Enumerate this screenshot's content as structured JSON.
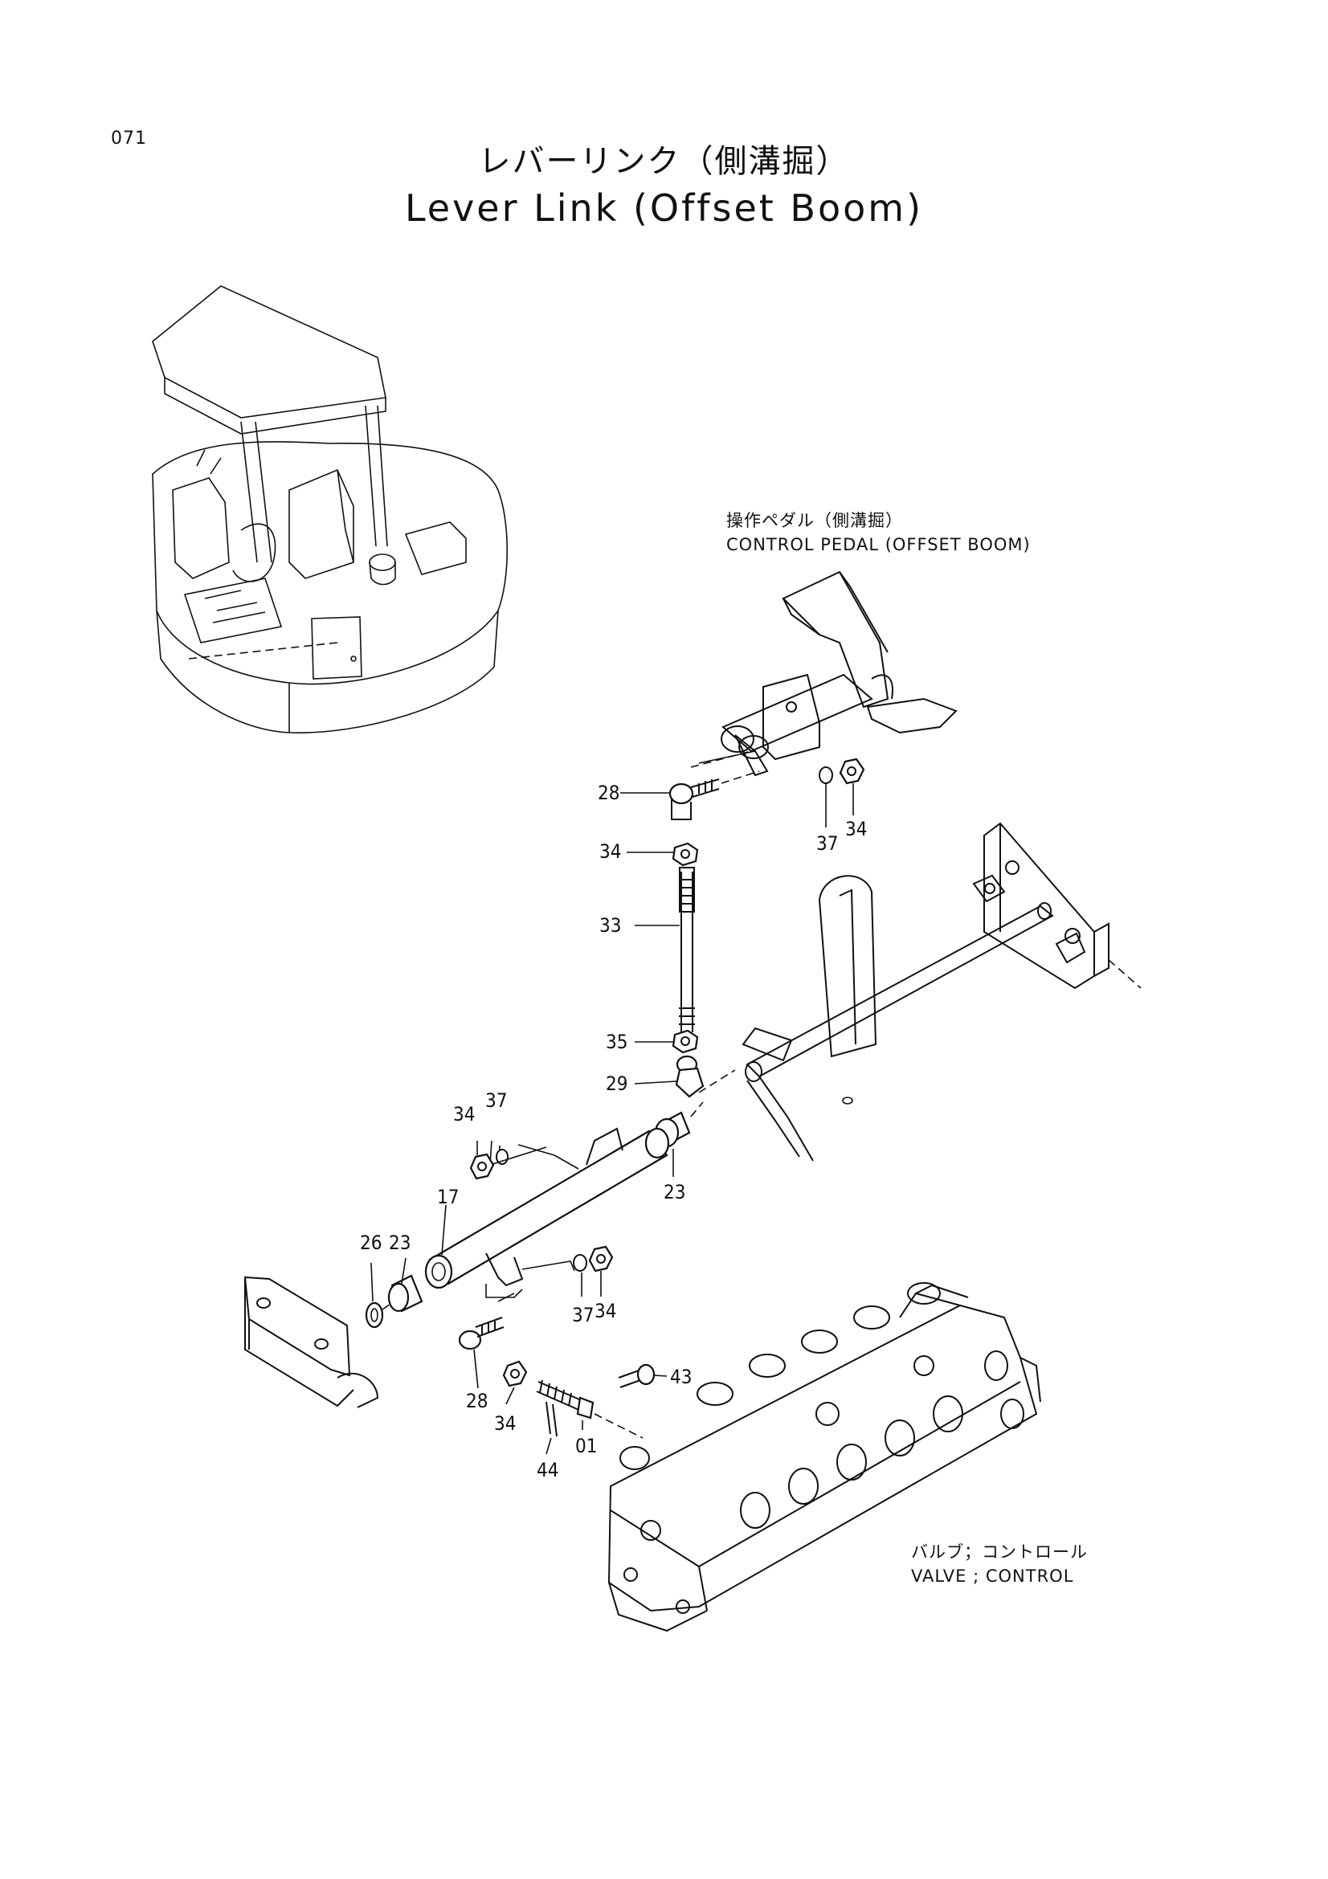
{
  "page_number": "071",
  "title_jp": "レバーリンク（側溝掘）",
  "title_en": "Lever Link (Offset Boom)",
  "notes": {
    "control_pedal_jp": "操作ペダル（側溝掘）",
    "control_pedal_en": "CONTROL PEDAL (OFFSET BOOM)",
    "valve_jp": "バルブ；コントロール",
    "valve_en": "VALVE ; CONTROL"
  },
  "callouts": {
    "c28a": "28",
    "c34a": "34",
    "c37a": "37",
    "c34b": "34",
    "c33": "33",
    "c35": "35",
    "c29": "29",
    "c34c": "34",
    "c37b": "37",
    "c23a": "23",
    "c26": "26",
    "c23b": "23",
    "c17": "17",
    "c37c": "37",
    "c34d": "34",
    "c43": "43",
    "c28b": "28",
    "c34e": "34",
    "c44": "44",
    "c01": "01"
  }
}
